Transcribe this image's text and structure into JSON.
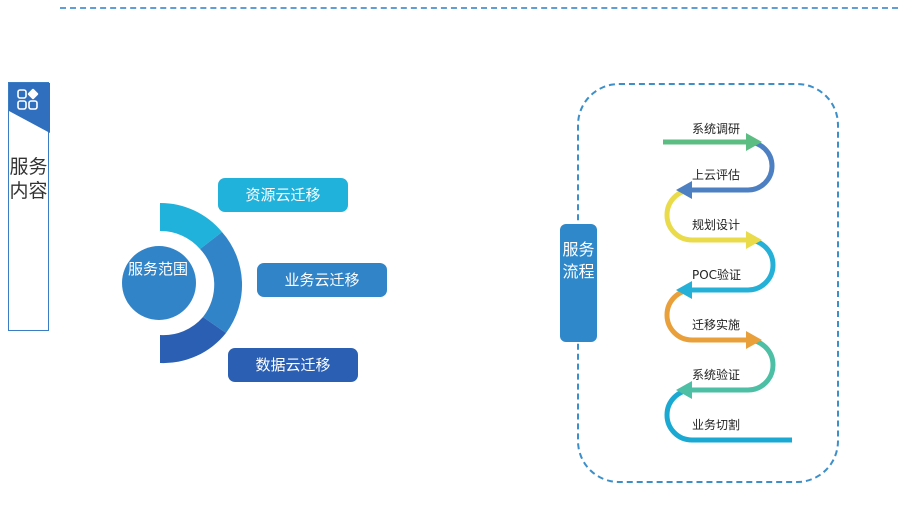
{
  "service_content": {
    "title": "服务内容"
  },
  "scope": {
    "center_label": "服务范围",
    "items": [
      "资源云迁移",
      "业务云迁移",
      "数据云迁移"
    ]
  },
  "process": {
    "title": "服务流程",
    "steps": [
      {
        "label": "系统调研",
        "color": "#5cbd82"
      },
      {
        "label": "上云评估",
        "color": "#4d7fc3"
      },
      {
        "label": "规划设计",
        "color": "#eadb4b"
      },
      {
        "label": "POC验证",
        "color": "#25b0d8"
      },
      {
        "label": "迁移实施",
        "color": "#e9a03b"
      },
      {
        "label": "系统验证",
        "color": "#4cbfa4"
      },
      {
        "label": "业务切割",
        "color": "#1aa9d3"
      }
    ]
  },
  "colors": {
    "primary": "#3284c8",
    "dark": "#2a5fb3",
    "light": "#21b2dc"
  }
}
